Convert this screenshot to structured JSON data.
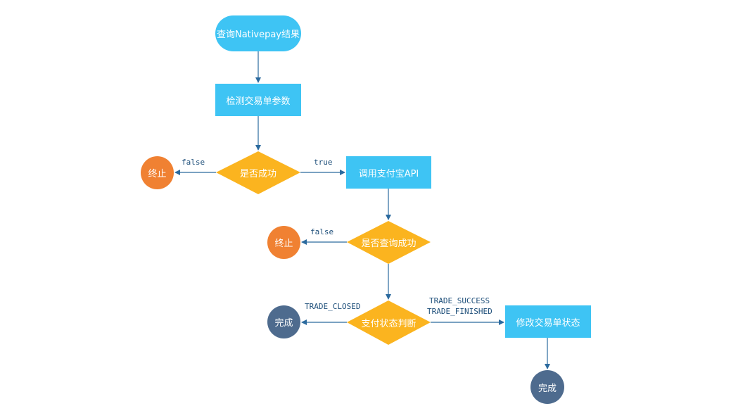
{
  "colors": {
    "process": "#3ec4f4",
    "decision": "#fbb41f",
    "terminate": "#f08132",
    "complete": "#4e6b8e",
    "edge": "#2b6a9e"
  },
  "nodes": {
    "start": "查询Nativepay结果",
    "check_params": "检测交易单参数",
    "is_success": "是否成功",
    "end_1": "终止",
    "call_alipay": "调用支付宝API",
    "is_query_success": "是否查询成功",
    "end_2": "终止",
    "pay_status": "支付状态判断",
    "done_closed": "完成",
    "modify_status": "修改交易单状态",
    "done_final": "完成"
  },
  "edge_labels": {
    "false_1": "false",
    "true_1": "true",
    "false_2": "false",
    "closed": "TRADE_CLOSED",
    "success": "TRADE_SUCCESS",
    "finished": "TRADE_FINISHED"
  }
}
